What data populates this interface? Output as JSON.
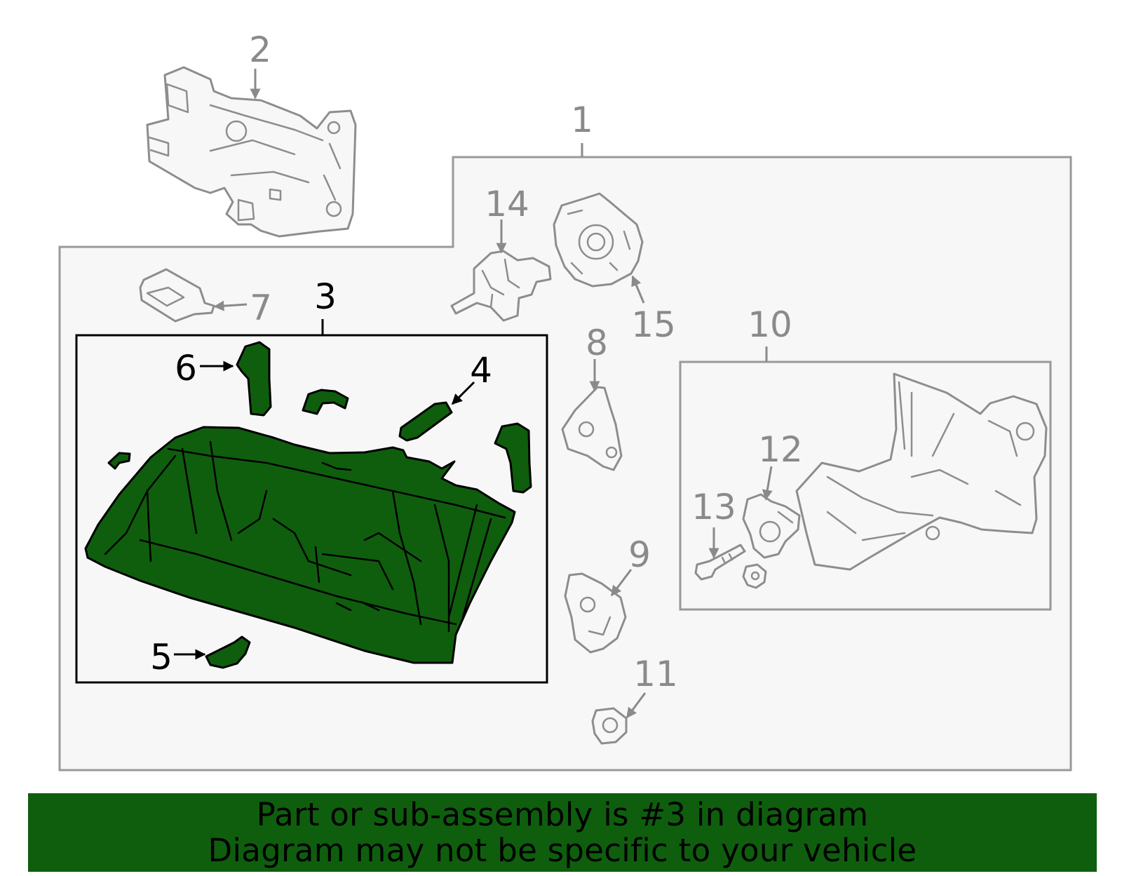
{
  "diagram": {
    "callouts": {
      "c1": "1",
      "c2": "2",
      "c3": "3",
      "c4": "4",
      "c5": "5",
      "c6": "6",
      "c7": "7",
      "c8": "8",
      "c9": "9",
      "c10": "10",
      "c11": "11",
      "c12": "12",
      "c13": "13",
      "c14": "14",
      "c15": "15"
    },
    "highlighted_part": "3",
    "colors": {
      "highlight": "#0f5e0e",
      "outline_gray": "#999999",
      "background": "#f7f7f7"
    }
  },
  "banner": {
    "line1": "Part or sub-assembly is #3 in diagram",
    "line2": "Diagram may not be specific to your vehicle"
  }
}
